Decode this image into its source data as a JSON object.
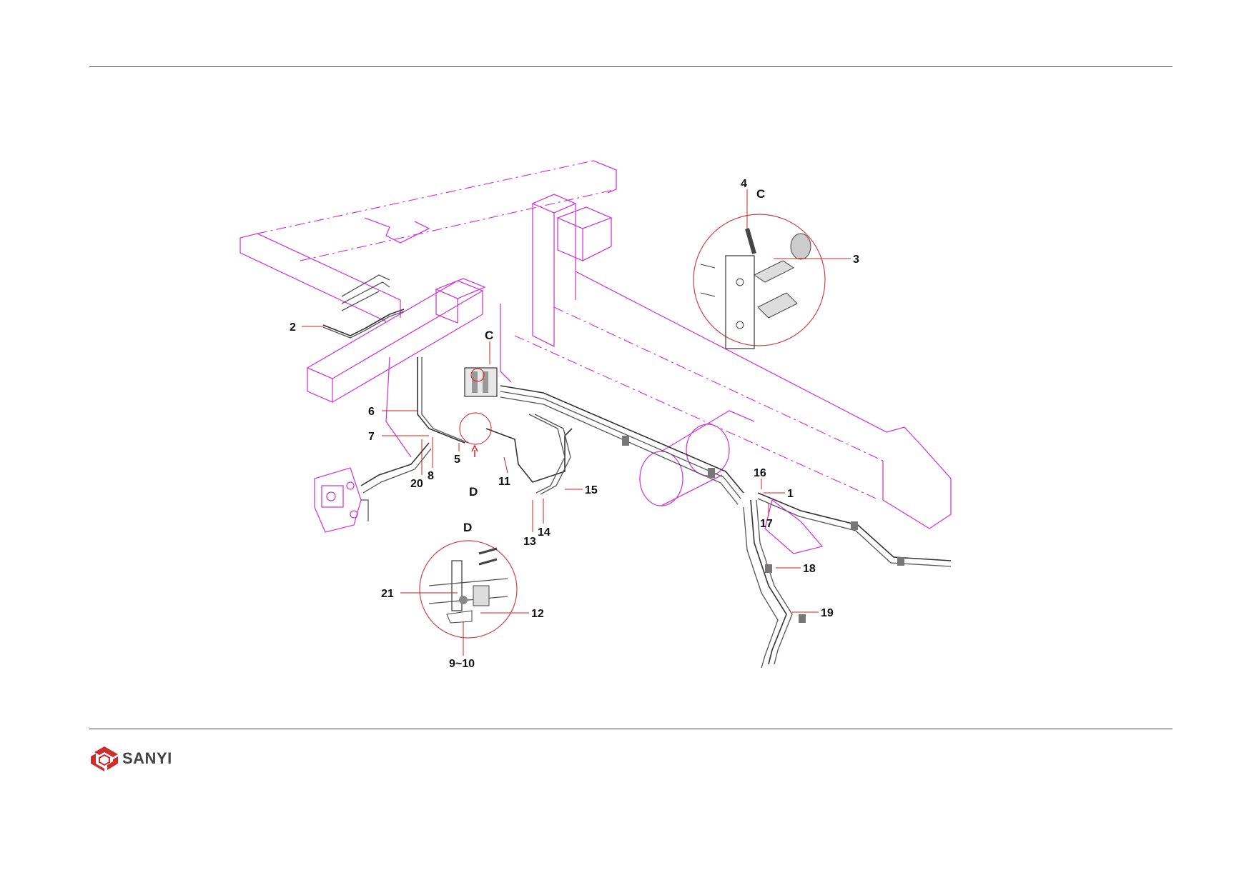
{
  "brand": {
    "name": "SANYI",
    "accent_color": "#d22b2b",
    "text_color": "#444444"
  },
  "colors": {
    "frame": "#d23cd2",
    "leader": "#cc2222",
    "pipe": "#555555"
  },
  "views": {
    "c_main": "C",
    "c_detail": "C",
    "d_main": "D",
    "d_detail": "D"
  },
  "callouts": {
    "c1": "1",
    "c2": "2",
    "c3": "3",
    "c4": "4",
    "c5": "5",
    "c6": "6",
    "c7": "7",
    "c8": "8",
    "c9_10": "9~10",
    "c11": "11",
    "c12": "12",
    "c13": "13",
    "c14": "14",
    "c15": "15",
    "c16": "16",
    "c17": "17",
    "c18": "18",
    "c19": "19",
    "c20": "20",
    "c21": "21"
  }
}
